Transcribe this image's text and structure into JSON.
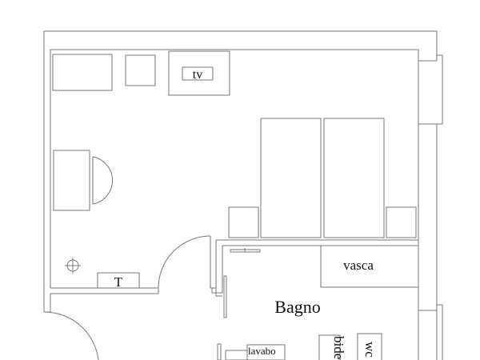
{
  "plan": {
    "labels": {
      "tv": "tv",
      "t": "T",
      "bathroom": "Bagno",
      "bathtub": "vasca",
      "sink": "lavabo",
      "bidet": "bidet",
      "wc": "wc"
    },
    "line_color": "#777777"
  }
}
